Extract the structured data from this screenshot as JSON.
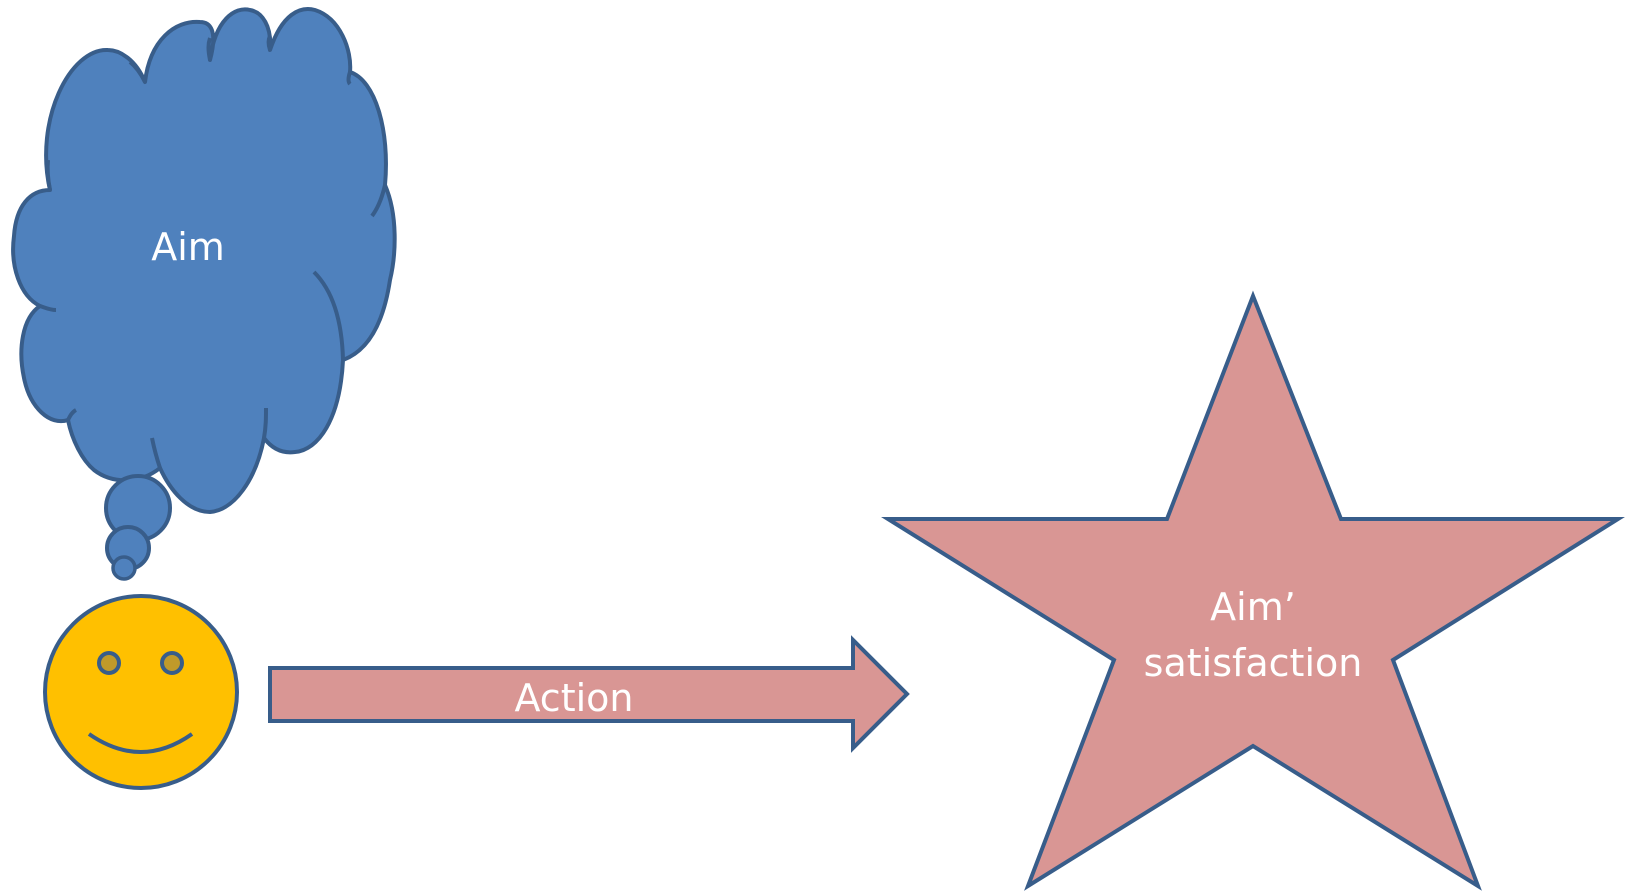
{
  "colors": {
    "cloud_fill": "#4f81bd",
    "outline": "#385d8a",
    "face_fill": "#ffc000",
    "eye_fill": "#c09a2a",
    "pink_fill": "#d99694",
    "label_text": "#ffffff"
  },
  "icons": {
    "cloud": "thought-cloud-icon",
    "face": "smiley-face-icon",
    "arrow": "right-arrow-icon",
    "star": "five-point-star-icon"
  },
  "cloud": {
    "label": "Aim"
  },
  "arrow": {
    "label": "Action"
  },
  "star": {
    "label_line1": "Aim’",
    "label_line2": "satisfaction"
  }
}
